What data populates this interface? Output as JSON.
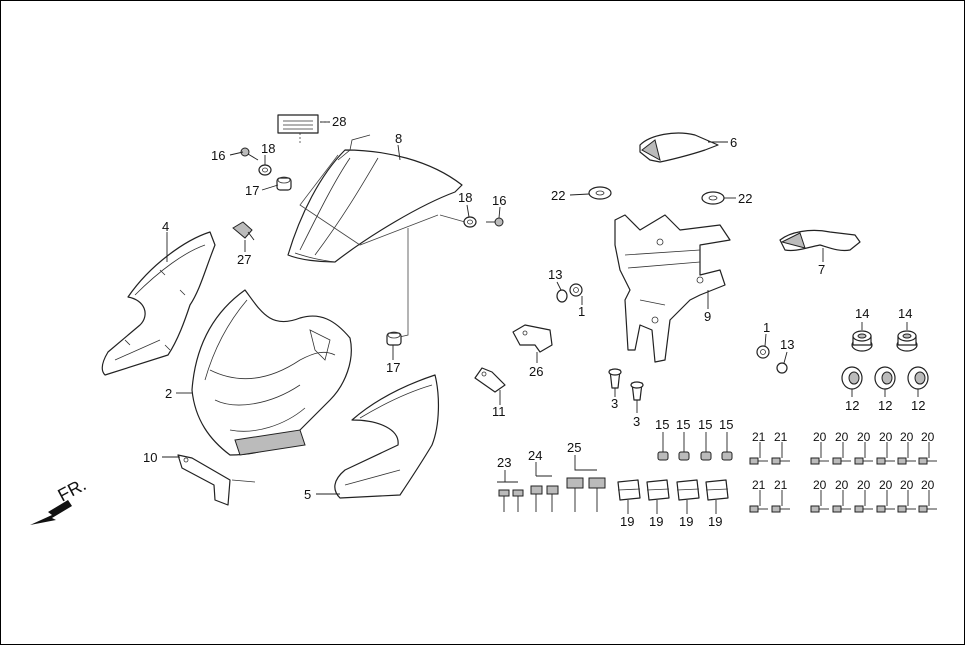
{
  "diagram": {
    "direction_label": "FR.",
    "callouts": [
      {
        "id": "c28",
        "text": "28"
      },
      {
        "id": "c8",
        "text": "8"
      },
      {
        "id": "c16a",
        "text": "16"
      },
      {
        "id": "c18a",
        "text": "18"
      },
      {
        "id": "c17a",
        "text": "17"
      },
      {
        "id": "c18b",
        "text": "18"
      },
      {
        "id": "c16b",
        "text": "16"
      },
      {
        "id": "c4",
        "text": "4"
      },
      {
        "id": "c27",
        "text": "27"
      },
      {
        "id": "c2",
        "text": "2"
      },
      {
        "id": "c17b",
        "text": "17"
      },
      {
        "id": "c10",
        "text": "10"
      },
      {
        "id": "c5",
        "text": "5"
      },
      {
        "id": "c6",
        "text": "6"
      },
      {
        "id": "c22a",
        "text": "22"
      },
      {
        "id": "c22b",
        "text": "22"
      },
      {
        "id": "c7",
        "text": "7"
      },
      {
        "id": "c13a",
        "text": "13"
      },
      {
        "id": "c1a",
        "text": "1"
      },
      {
        "id": "c9",
        "text": "9"
      },
      {
        "id": "c26",
        "text": "26"
      },
      {
        "id": "c11",
        "text": "11"
      },
      {
        "id": "c1b",
        "text": "1"
      },
      {
        "id": "c13b",
        "text": "13"
      },
      {
        "id": "c14a",
        "text": "14"
      },
      {
        "id": "c14b",
        "text": "14"
      },
      {
        "id": "c12a",
        "text": "12"
      },
      {
        "id": "c12b",
        "text": "12"
      },
      {
        "id": "c12c",
        "text": "12"
      },
      {
        "id": "c3a",
        "text": "3"
      },
      {
        "id": "c3b",
        "text": "3"
      },
      {
        "id": "c15a",
        "text": "15"
      },
      {
        "id": "c15b",
        "text": "15"
      },
      {
        "id": "c15c",
        "text": "15"
      },
      {
        "id": "c15d",
        "text": "15"
      },
      {
        "id": "c23",
        "text": "23"
      },
      {
        "id": "c24",
        "text": "24"
      },
      {
        "id": "c25",
        "text": "25"
      },
      {
        "id": "c19a",
        "text": "19"
      },
      {
        "id": "c19b",
        "text": "19"
      },
      {
        "id": "c19c",
        "text": "19"
      },
      {
        "id": "c19d",
        "text": "19"
      },
      {
        "id": "c21a",
        "text": "21"
      },
      {
        "id": "c21b",
        "text": "21"
      },
      {
        "id": "c21c",
        "text": "21"
      },
      {
        "id": "c21d",
        "text": "21"
      },
      {
        "id": "c20a",
        "text": "20"
      },
      {
        "id": "c20b",
        "text": "20"
      },
      {
        "id": "c20c",
        "text": "20"
      },
      {
        "id": "c20d",
        "text": "20"
      },
      {
        "id": "c20e",
        "text": "20"
      },
      {
        "id": "c20f",
        "text": "20"
      },
      {
        "id": "c20g",
        "text": "20"
      },
      {
        "id": "c20h",
        "text": "20"
      },
      {
        "id": "c20i",
        "text": "20"
      },
      {
        "id": "c20j",
        "text": "20"
      },
      {
        "id": "c20k",
        "text": "20"
      },
      {
        "id": "c20l",
        "text": "20"
      }
    ]
  }
}
